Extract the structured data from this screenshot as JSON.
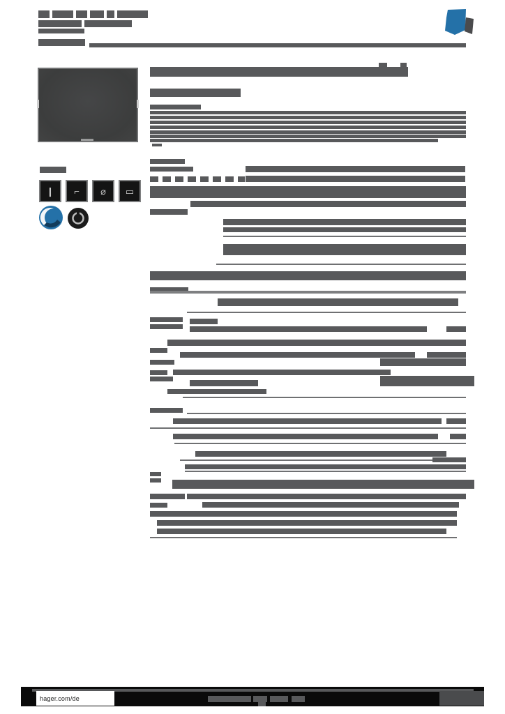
{
  "colors": {
    "text_bar": "#58595B",
    "rule": "#6F7072",
    "light_bar": "#7E7F81",
    "accent_blue": "#2471A8",
    "logo_gray": "#4A4B4D",
    "footer_black": "#0A0A0A",
    "footer_box_gray": "#4A4B4D",
    "footer_band_gray": "#58595B"
  },
  "footer": {
    "website": "hager.com/de"
  },
  "icons": {
    "squares": [
      {
        "name": "feature-icon-1",
        "glyph": "❙"
      },
      {
        "name": "feature-icon-2",
        "glyph": "⌐"
      },
      {
        "name": "feature-icon-3",
        "glyph": "⌀"
      },
      {
        "name": "feature-icon-4",
        "glyph": "▭"
      }
    ]
  },
  "bars": [
    [
      55,
      15,
      16,
      11,
      "t"
    ],
    [
      75,
      15,
      30,
      11,
      "t"
    ],
    [
      109,
      15,
      16,
      11,
      "t"
    ],
    [
      129,
      15,
      20,
      11,
      "t"
    ],
    [
      153,
      15,
      11,
      11,
      "t"
    ],
    [
      168,
      15,
      44,
      11,
      "t"
    ],
    [
      55,
      29,
      62,
      10,
      "t"
    ],
    [
      121,
      29,
      68,
      10,
      "t"
    ],
    [
      55,
      41,
      66,
      7,
      "t"
    ],
    [
      55,
      56,
      67,
      10,
      "t"
    ],
    [
      128,
      62,
      540,
      6,
      "t"
    ],
    [
      215,
      96,
      370,
      14,
      "t"
    ],
    [
      543,
      90,
      12,
      6,
      "t"
    ],
    [
      574,
      90,
      9,
      6,
      "t"
    ],
    [
      215,
      127,
      130,
      12,
      "t"
    ],
    [
      215,
      150,
      73,
      7,
      "t"
    ],
    [
      215,
      159,
      453,
      5,
      "t"
    ],
    [
      215,
      166,
      453,
      5,
      "t"
    ],
    [
      215,
      173,
      453,
      5,
      "t"
    ],
    [
      215,
      180,
      453,
      5,
      "t"
    ],
    [
      215,
      187,
      453,
      5,
      "t"
    ],
    [
      215,
      193,
      453,
      5,
      "t"
    ],
    [
      215,
      199,
      413,
      5,
      "t"
    ],
    [
      218,
      206,
      14,
      4,
      "t"
    ],
    [
      57,
      239,
      38,
      9,
      "t"
    ],
    [
      215,
      228,
      50,
      7,
      "t"
    ],
    [
      215,
      239,
      62,
      7,
      "t"
    ],
    [
      352,
      238,
      315,
      9,
      "t"
    ],
    [
      215,
      253,
      12,
      8,
      "t"
    ],
    [
      233,
      253,
      12,
      8,
      "t"
    ],
    [
      251,
      253,
      12,
      8,
      "t"
    ],
    [
      269,
      253,
      12,
      8,
      "t"
    ],
    [
      287,
      253,
      12,
      8,
      "t"
    ],
    [
      305,
      253,
      12,
      8,
      "t"
    ],
    [
      323,
      253,
      12,
      8,
      "t"
    ],
    [
      341,
      253,
      10,
      8,
      "t"
    ],
    [
      352,
      252,
      315,
      9,
      "t"
    ],
    [
      215,
      267,
      453,
      17,
      "t"
    ],
    [
      273,
      288,
      395,
      9,
      "t"
    ],
    [
      215,
      300,
      54,
      8,
      "t"
    ],
    [
      320,
      314,
      348,
      9,
      "t"
    ],
    [
      320,
      326,
      348,
      7,
      "t"
    ],
    [
      320,
      338,
      348,
      2,
      "r"
    ],
    [
      320,
      350,
      348,
      16,
      "t"
    ],
    [
      310,
      378,
      358,
      2,
      "r"
    ],
    [
      215,
      389,
      453,
      13,
      "t"
    ],
    [
      215,
      412,
      55,
      8,
      "t"
    ],
    [
      215,
      417,
      453,
      4,
      "l"
    ],
    [
      312,
      428,
      345,
      11,
      "t"
    ],
    [
      268,
      447,
      400,
      2,
      "r"
    ],
    [
      215,
      455,
      47,
      7,
      "t"
    ],
    [
      272,
      457,
      40,
      8,
      "t"
    ],
    [
      215,
      465,
      47,
      7,
      "t"
    ],
    [
      272,
      468,
      340,
      8,
      "t"
    ],
    [
      640,
      468,
      28,
      8,
      "t"
    ],
    [
      240,
      487,
      428,
      9,
      "t"
    ],
    [
      215,
      499,
      25,
      7,
      "t"
    ],
    [
      258,
      505,
      337,
      8,
      "t"
    ],
    [
      612,
      505,
      56,
      8,
      "t"
    ],
    [
      215,
      516,
      35,
      7,
      "t"
    ],
    [
      545,
      514,
      123,
      11,
      "t"
    ],
    [
      215,
      531,
      25,
      7,
      "t"
    ],
    [
      248,
      530,
      312,
      8,
      "t"
    ],
    [
      215,
      540,
      33,
      7,
      "t"
    ],
    [
      272,
      545,
      98,
      9,
      "t"
    ],
    [
      545,
      539,
      135,
      15,
      "t"
    ],
    [
      240,
      558,
      142,
      7,
      "t"
    ],
    [
      262,
      569,
      406,
      2,
      "r"
    ],
    [
      215,
      585,
      47,
      7,
      "t"
    ],
    [
      268,
      592,
      400,
      2,
      "r"
    ],
    [
      248,
      600,
      385,
      8,
      "t"
    ],
    [
      640,
      600,
      28,
      8,
      "t"
    ],
    [
      215,
      613,
      453,
      2,
      "r"
    ],
    [
      248,
      622,
      380,
      8,
      "t"
    ],
    [
      645,
      622,
      23,
      8,
      "t"
    ],
    [
      250,
      635,
      418,
      2,
      "r"
    ],
    [
      280,
      647,
      360,
      8,
      "t"
    ],
    [
      258,
      659,
      382,
      2,
      "r"
    ],
    [
      620,
      656,
      48,
      7,
      "t"
    ],
    [
      265,
      666,
      403,
      7,
      "t"
    ],
    [
      265,
      675,
      403,
      2,
      "r"
    ],
    [
      215,
      677,
      16,
      6,
      "t"
    ],
    [
      215,
      686,
      16,
      6,
      "t"
    ],
    [
      247,
      688,
      433,
      13,
      "t"
    ],
    [
      215,
      708,
      50,
      8,
      "t"
    ],
    [
      268,
      708,
      400,
      8,
      "t"
    ],
    [
      215,
      721,
      25,
      7,
      "t"
    ],
    [
      290,
      720,
      368,
      8,
      "t"
    ],
    [
      215,
      733,
      440,
      8,
      "t"
    ],
    [
      225,
      746,
      430,
      8,
      "t"
    ],
    [
      225,
      758,
      415,
      8,
      "t"
    ],
    [
      215,
      770,
      440,
      2,
      "r"
    ],
    [
      46,
      988,
      633,
      4,
      "t"
    ],
    [
      298,
      998,
      62,
      9,
      "t"
    ],
    [
      363,
      998,
      20,
      9,
      "t"
    ],
    [
      387,
      998,
      26,
      9,
      "t"
    ],
    [
      418,
      998,
      19,
      9,
      "t"
    ],
    [
      370,
      1007,
      11,
      6,
      "t"
    ]
  ]
}
